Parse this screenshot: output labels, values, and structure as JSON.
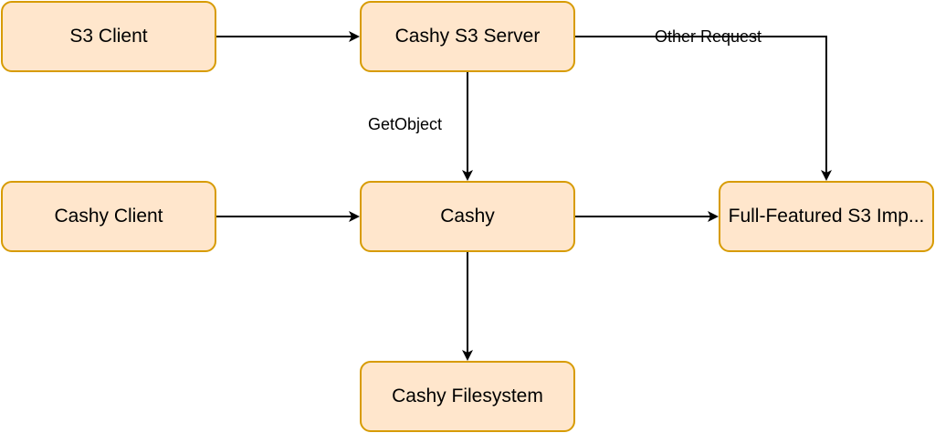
{
  "nodes": {
    "s3_client": "S3 Client",
    "cashy_s3_server": "Cashy S3 Server",
    "cashy_client": "Cashy Client",
    "cashy": "Cashy",
    "full_featured_s3": "Full-Featured S3 Imp...",
    "cashy_filesystem": "Cashy Filesystem"
  },
  "edges": {
    "getobject_label": "GetObject",
    "other_request_label": "Other Request"
  },
  "colors": {
    "node_fill": "#ffe6cc",
    "node_border": "#d79b00",
    "edge": "#000000"
  }
}
